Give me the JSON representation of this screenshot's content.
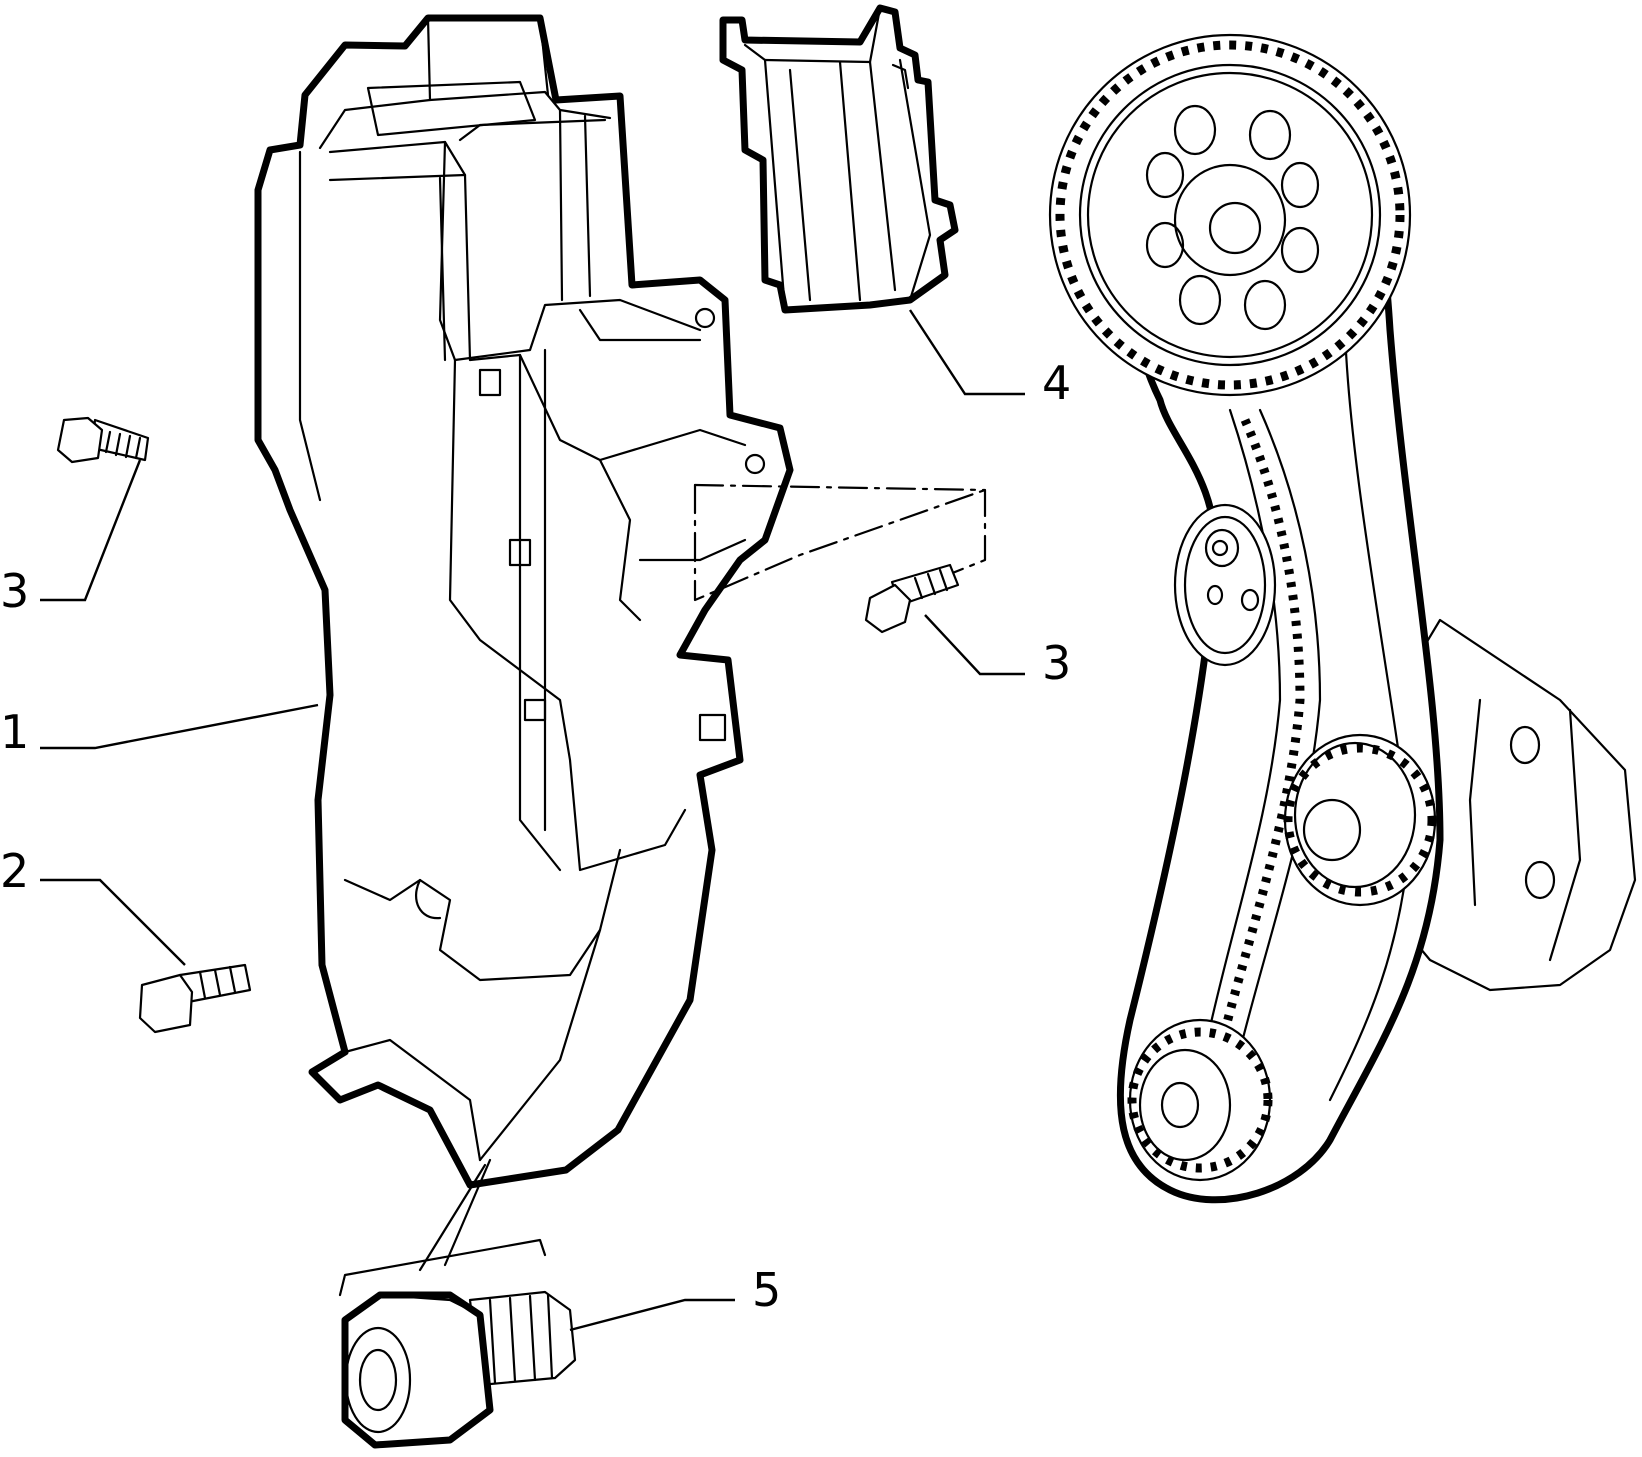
{
  "callouts": [
    {
      "id": "c1",
      "text": "1",
      "part": "timing-belt-cover"
    },
    {
      "id": "c2",
      "text": "2",
      "part": "screw"
    },
    {
      "id": "c3a",
      "text": "3",
      "part": "bolt"
    },
    {
      "id": "c3b",
      "text": "3",
      "part": "bolt"
    },
    {
      "id": "c4",
      "text": "4",
      "part": "upper-cover-plate"
    },
    {
      "id": "c5",
      "text": "5",
      "part": "spacer-stud"
    }
  ],
  "colors": {
    "line": "#000000",
    "background": "#ffffff"
  }
}
